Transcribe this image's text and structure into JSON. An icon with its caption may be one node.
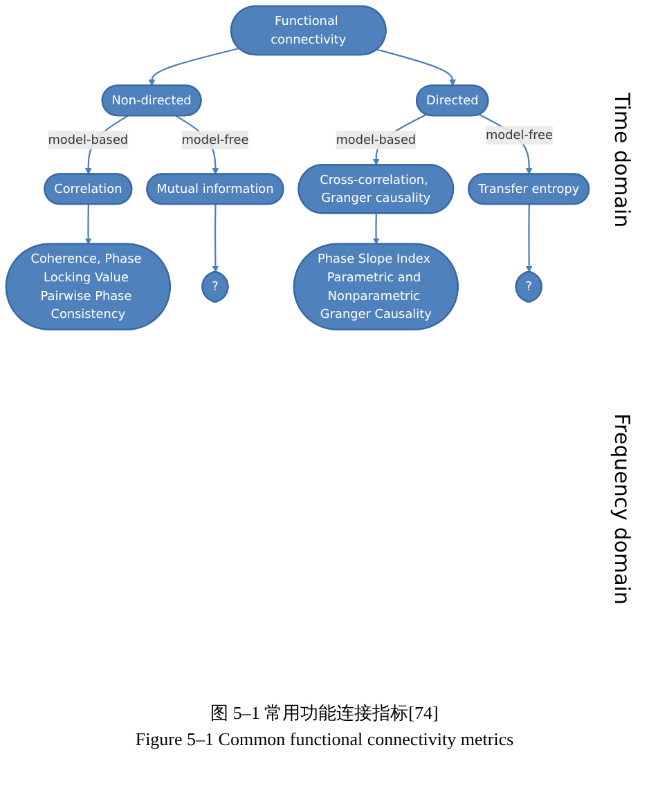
{
  "diagram": {
    "caption": "图 5–1 常用功能连接指标[74]",
    "nodes": [
      {
        "text": [
          "Functional connectivity"
        ]
      },
      {
        "text": [
          "Non-directed"
        ]
      },
      {
        "text": [
          "Directed"
        ]
      },
      {
        "text": [
          "Correlation"
        ]
      },
      {
        "text": [
          "Mutual information"
        ]
      },
      {
        "text": [
          "Cross-correlation, Granger causality"
        ]
      },
      {
        "text": [
          "Transfer entropy"
        ]
      },
      {
        "text": [
          "Coherence, Phase Locking Value Pairwise Phase Consistency"
        ]
      },
      {
        "text": [
          "Phase Slope Index Parametric and Nonparametric Granger Causality"
        ]
      },
      {
        "text": [
          "?"
        ]
      },
      {
        "text": [
          "?"
        ]
      }
    ],
    "edges": [
      {
        "from": 0,
        "to": 1,
        "arrow": "to"
      },
      {
        "from": 0,
        "to": 2,
        "arrow": "to"
      },
      {
        "from": 1,
        "to": 3,
        "arrow": "to",
        "label": "model-based"
      },
      {
        "from": 1,
        "to": 4,
        "arrow": "to",
        "label": "model-free"
      },
      {
        "from": 2,
        "to": 5,
        "arrow": "to",
        "label": "model-based"
      },
      {
        "from": 2,
        "to": 6,
        "arrow": "to",
        "label": "model-free"
      },
      {
        "from": 3,
        "to": 7,
        "arrow": "to"
      },
      {
        "from": 4,
        "to": 9,
        "arrow": "to"
      },
      {
        "from": 5,
        "to": 8,
        "arrow": "to"
      },
      {
        "from": 6,
        "to": 10,
        "arrow": "to"
      }
    ],
    "labels": [
      "Time domain",
      "Frequency domain",
      "Figure 5–1 Common functional connectivity metrics"
    ]
  }
}
